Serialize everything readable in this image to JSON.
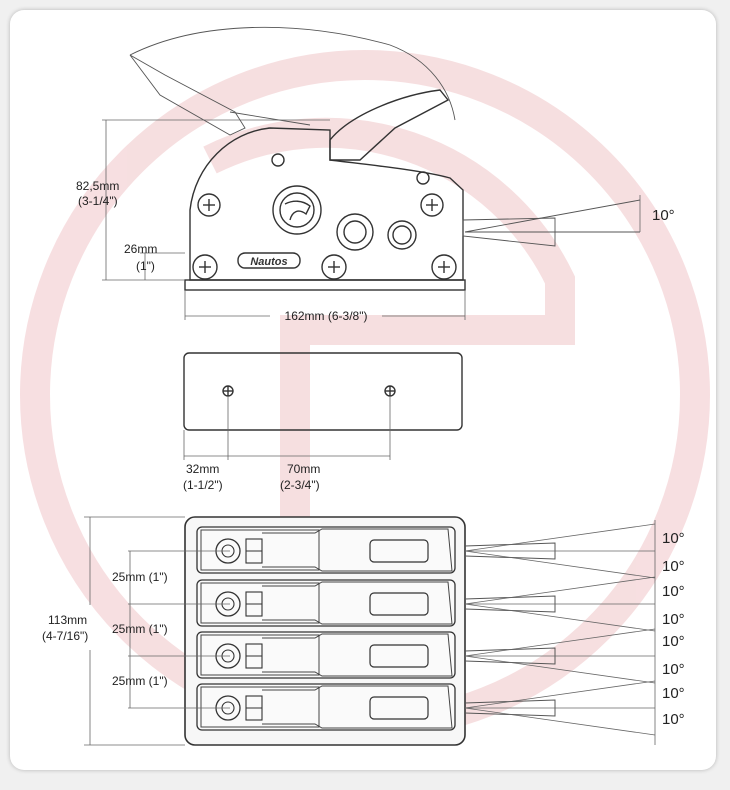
{
  "views": {
    "side": {
      "height_label": "82,5mm",
      "height_label_in": "(3-1/4\")",
      "base_label": "26mm",
      "base_label_in": "(1\")",
      "width_label": "162mm (6-3/8\")",
      "angle_label": "10°",
      "brand_text": "Nautos"
    },
    "base": {
      "hole1_label": "32mm",
      "hole1_label_in": "(1-1/2\")",
      "hole2_label": "70mm",
      "hole2_label_in": "(2-3/4\")"
    },
    "top": {
      "height_label": "113mm",
      "height_label_in": "(4-7/16\")",
      "spacing_labels": [
        "25mm (1\")",
        "25mm (1\")",
        "25mm (1\")"
      ],
      "angle_labels": [
        "10°",
        "10°",
        "10°",
        "10°",
        "10°",
        "10°",
        "10°",
        "10°"
      ]
    }
  },
  "colors": {
    "watermark": "#e8a4a8",
    "line": "#333333"
  }
}
